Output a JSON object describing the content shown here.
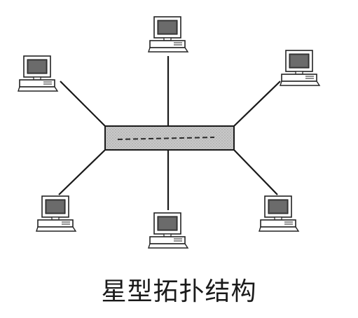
{
  "diagram": {
    "caption": "星型拓扑结构",
    "hub": {
      "name": "hub-switch"
    },
    "computers": [
      {
        "name": "computer-top"
      },
      {
        "name": "computer-upper-left"
      },
      {
        "name": "computer-upper-right"
      },
      {
        "name": "computer-lower-left"
      },
      {
        "name": "computer-bottom"
      },
      {
        "name": "computer-lower-right"
      }
    ]
  }
}
